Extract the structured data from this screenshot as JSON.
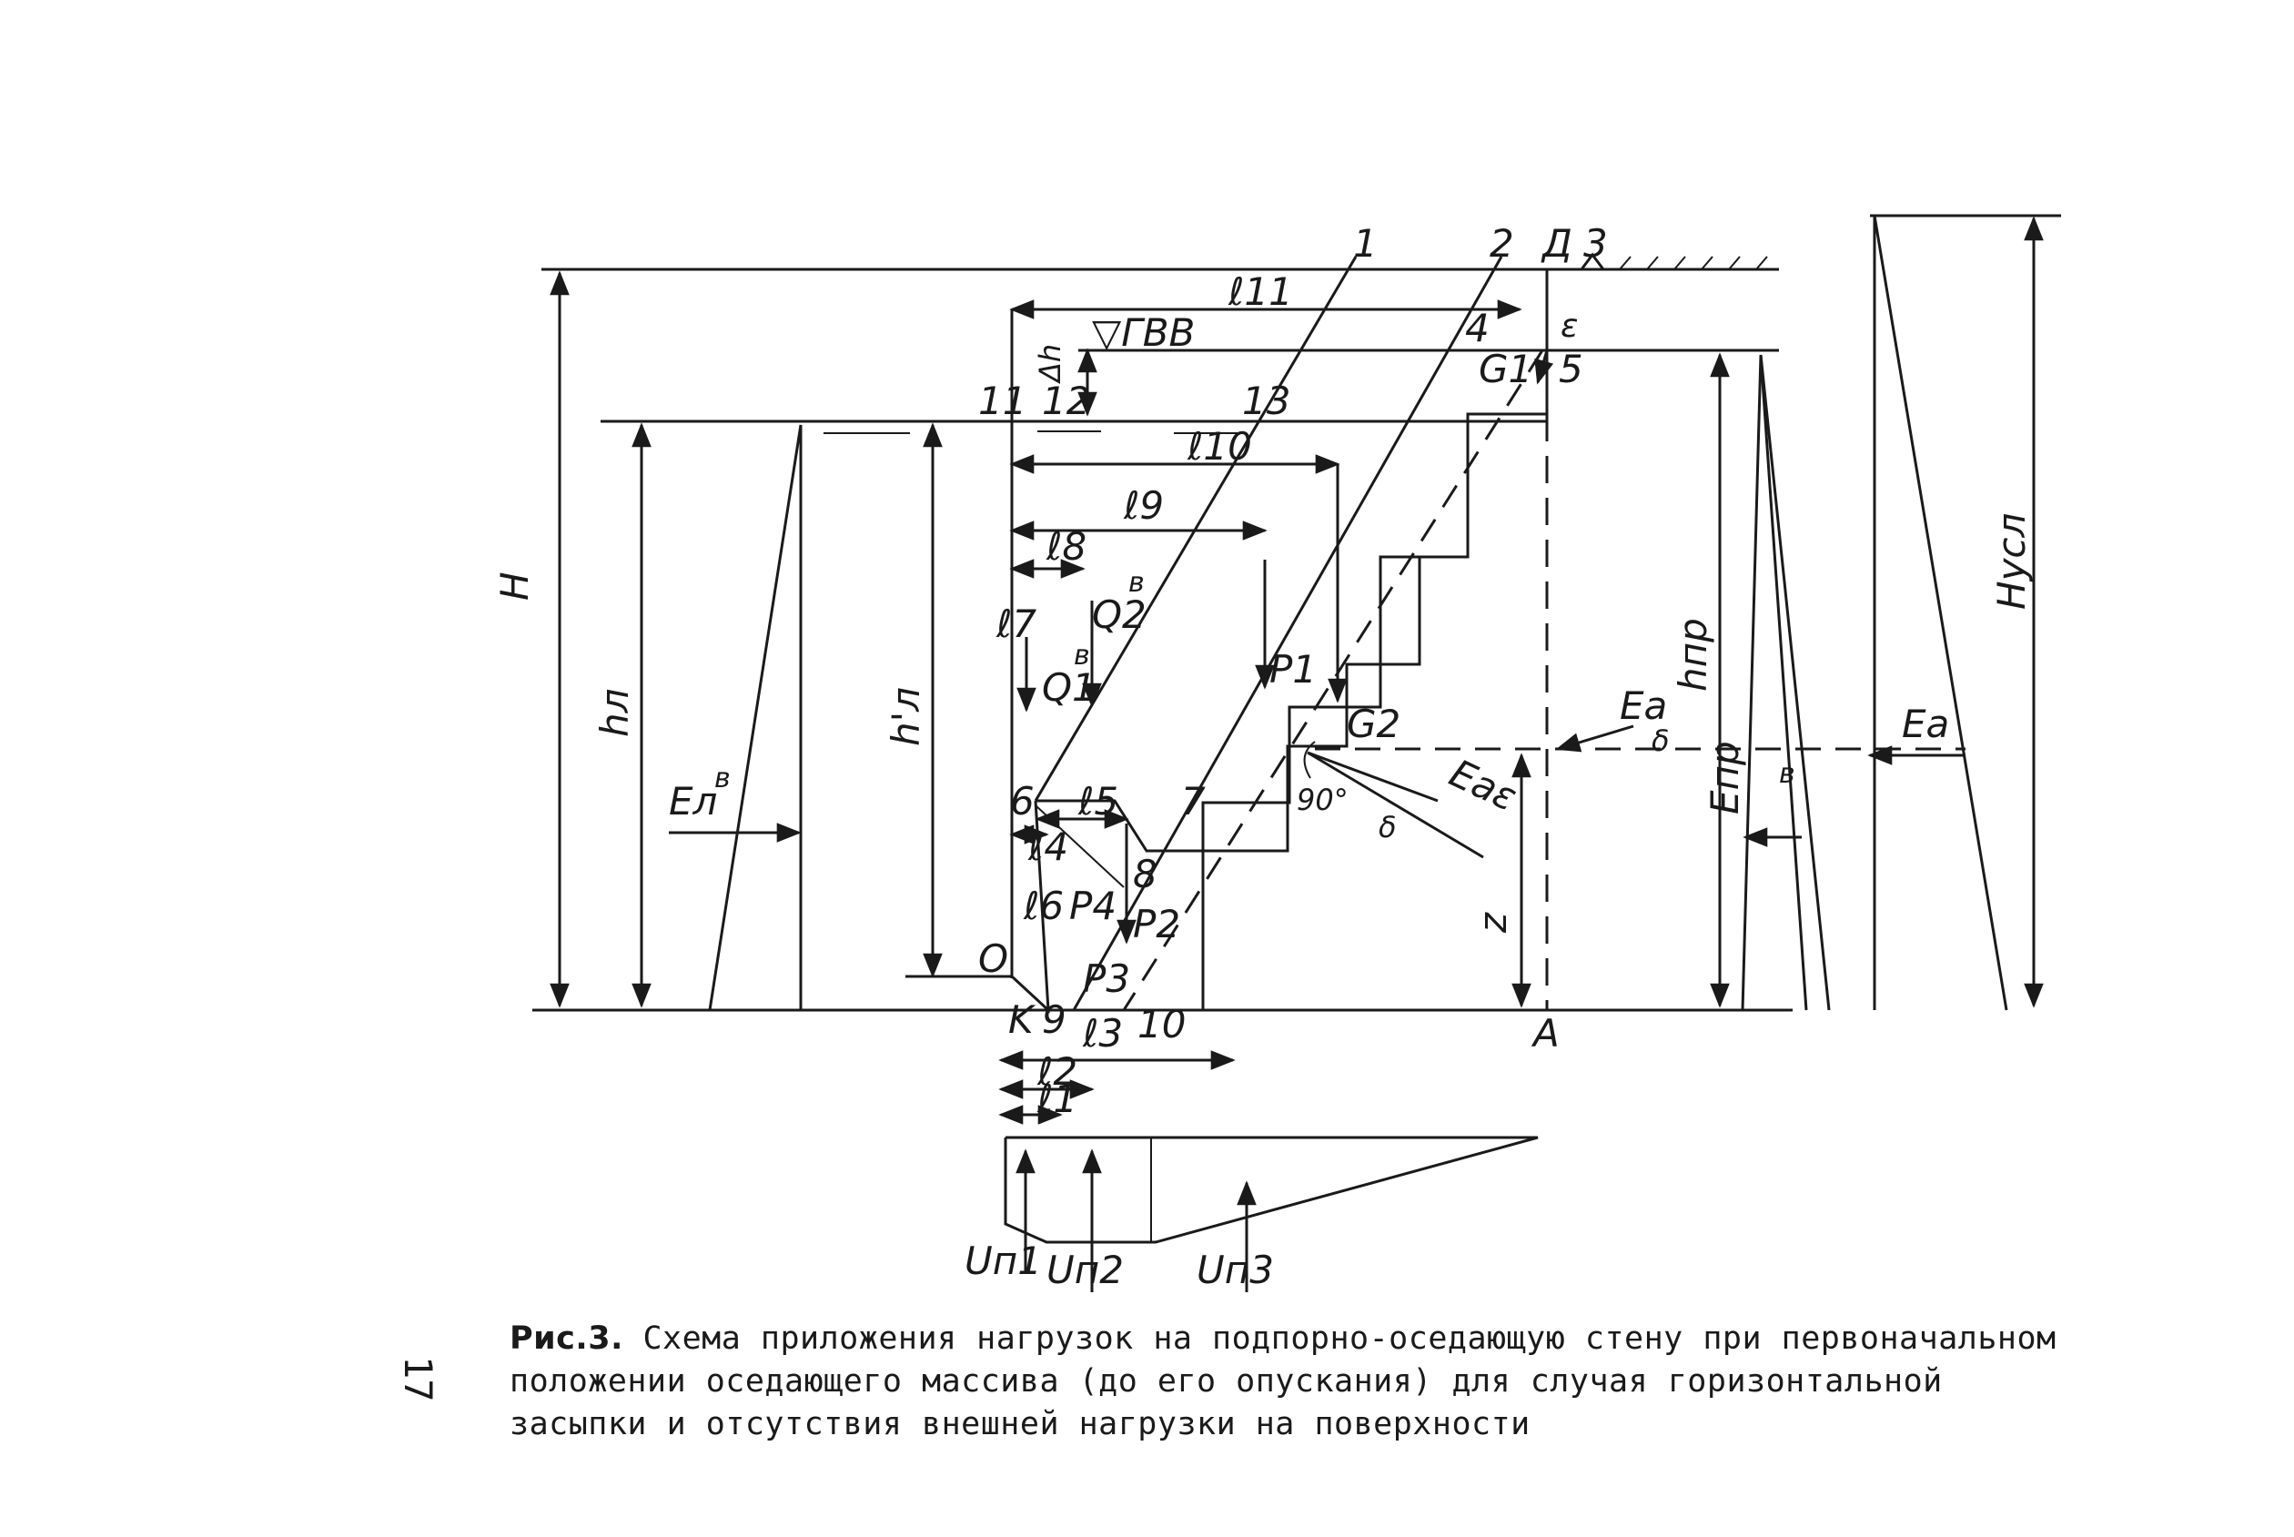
{
  "figure": {
    "labels": {
      "H": "H",
      "h_l": "hл",
      "h_l_prime": "h'л",
      "h_pr": "hпр",
      "H_usl": "Hусл",
      "E_l": "Eл",
      "E_l_sup": "в",
      "E_pr": "Eпр",
      "E_pr_sup": "в",
      "E_a_left": "Ea",
      "E_a_right": "Ea",
      "E_a_sigma": "Eaε",
      "delta_1": "δ",
      "delta_2": "δ",
      "angle_90": "90°",
      "GVV": "▽ГВВ",
      "delta_h": "Δh",
      "epsilon": "ε",
      "G1": "G1",
      "G2": "G2",
      "P1": "P1",
      "P2": "P2",
      "P3": "P3",
      "P4": "P4",
      "Q1": "Q1",
      "Q1_sup": "в",
      "Q2": "Q2",
      "Q2_sup": "в",
      "z": "z",
      "l1": "ℓ1",
      "l2": "ℓ2",
      "l3": "ℓ3",
      "l4": "ℓ4",
      "l5": "ℓ5",
      "l6": "ℓ6",
      "l7": "ℓ7",
      "l8": "ℓ8",
      "l9": "ℓ9",
      "l10": "ℓ10",
      "l11": "ℓ11",
      "l1_bottom": "ℓ1",
      "U1": "Uп1",
      "U2": "Uп2",
      "U3": "Uп3",
      "pt_1": "1",
      "pt_2": "2",
      "pt_D": "Д",
      "pt_3": "3",
      "pt_4": "4",
      "pt_5": "5",
      "pt_6": "6",
      "pt_7": "7",
      "pt_8": "8",
      "pt_9": "9",
      "pt_10": "10",
      "pt_11": "11",
      "pt_12": "12",
      "pt_13": "13",
      "pt_O": "O",
      "pt_K": "K",
      "pt_A": "A"
    }
  },
  "caption": {
    "prefix": "Рис.3.",
    "text": "Схема приложения нагрузок на подпорно-оседающую стену при первоначальном положении оседающего массива (до его опускания) для случая горизонтальной засыпки и отсутствия внешней нагрузки на поверхности"
  },
  "page_number": "17"
}
